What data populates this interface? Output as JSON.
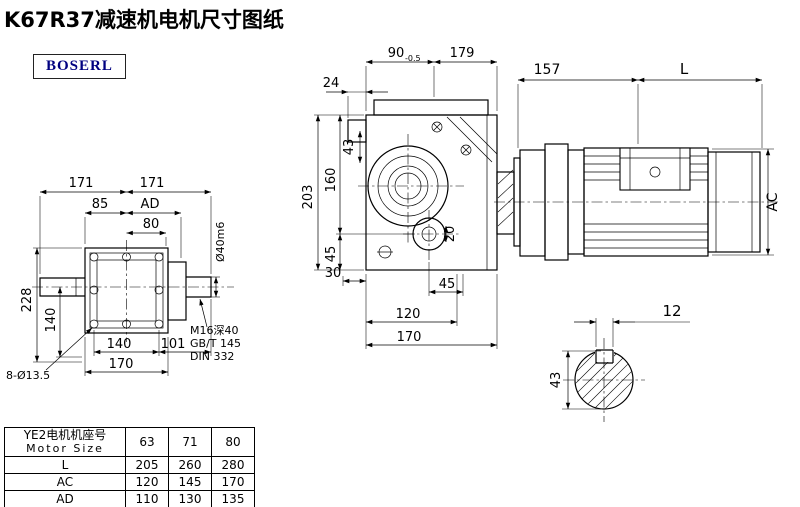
{
  "title": "K67R37减速机电机尺寸图纸",
  "logo": "BOSERL",
  "dims": {
    "front": {
      "w_left": "171",
      "w_right": "171",
      "w85": "85",
      "wAD": "AD",
      "w80": "80",
      "h228": "228",
      "h140": "140",
      "shaft_dia": "Ø40m6",
      "b140": "140",
      "b101": "101",
      "b170": "170",
      "holes": "8-Ø13.5",
      "tap1": "M16深40",
      "tap2": "GB/T 145",
      "tap3": "DIN 332"
    },
    "side": {
      "w90": "90",
      "w90_tol": "-0.5",
      "w179": "179",
      "w24": "24",
      "h43": "43",
      "h203": "203",
      "h160": "160",
      "h45": "45",
      "b30": "30",
      "b45": "45",
      "b120": "120",
      "b170": "170",
      "d20": "20"
    },
    "motor": {
      "w157": "157",
      "wL": "L",
      "hAC": "AC"
    },
    "section": {
      "key": "12",
      "dia": "43"
    }
  },
  "table": {
    "header": {
      "line1": "YE2电机机座号",
      "line2": "Motor Size"
    },
    "sizes": [
      "63",
      "71",
      "80"
    ],
    "rows": [
      {
        "label": "L",
        "values": [
          "205",
          "260",
          "280"
        ]
      },
      {
        "label": "AC",
        "values": [
          "120",
          "145",
          "170"
        ]
      },
      {
        "label": "AD",
        "values": [
          "110",
          "130",
          "135"
        ]
      }
    ]
  }
}
